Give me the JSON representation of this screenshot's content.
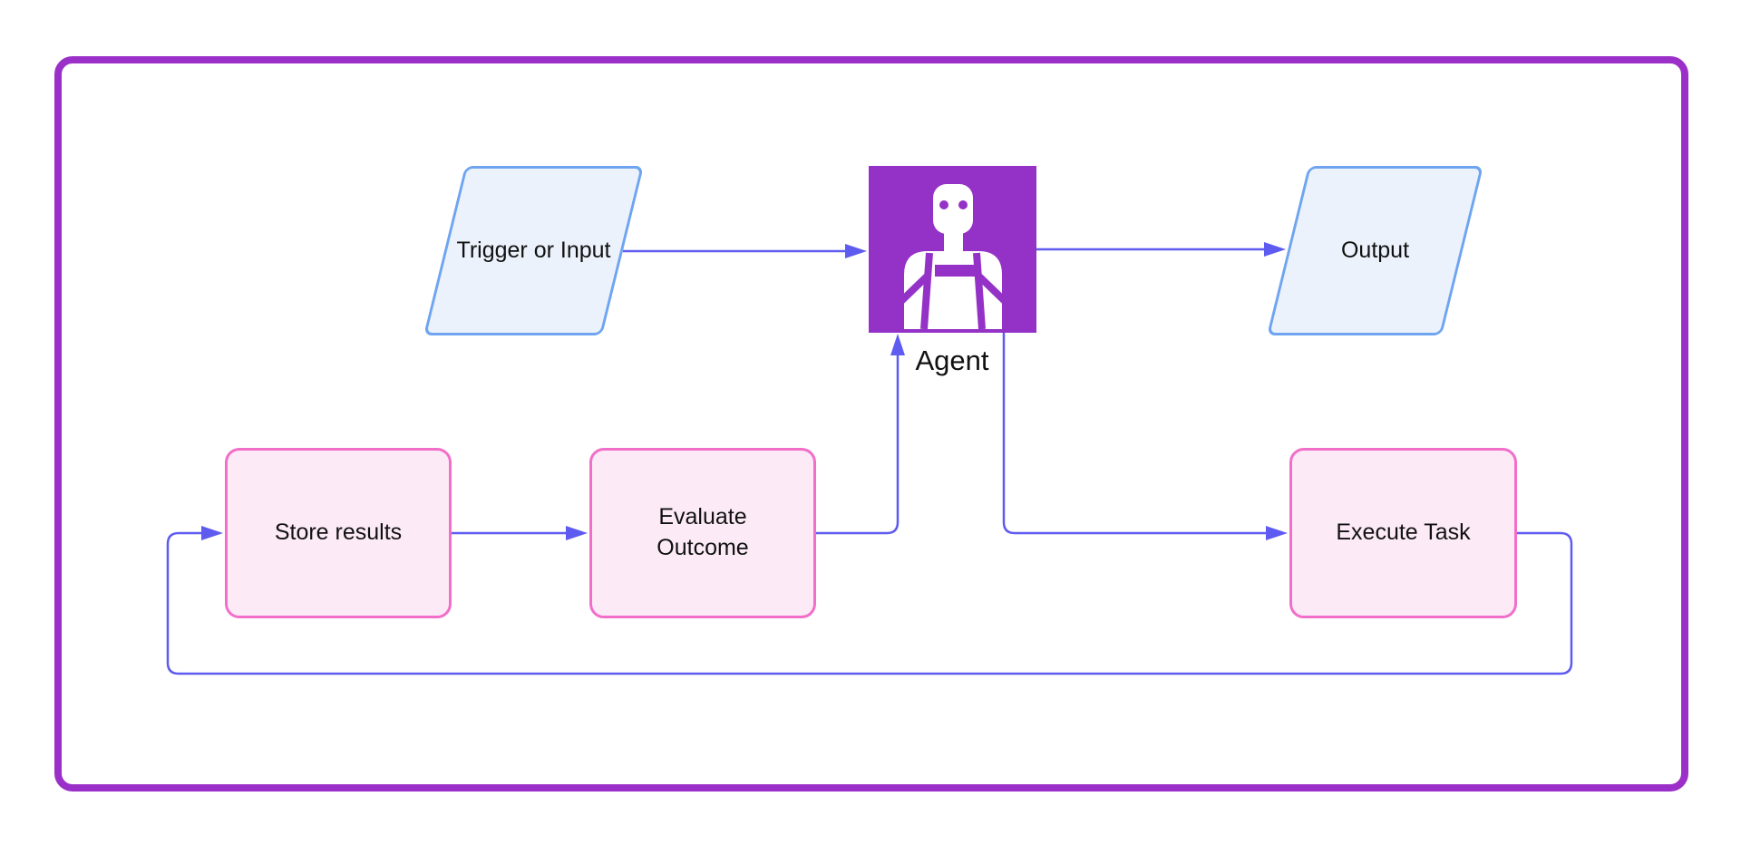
{
  "diagram": {
    "title_hint": "agent workflow flowchart",
    "nodes": {
      "trigger": {
        "label": "Trigger or Input",
        "shape": "parallelogram"
      },
      "agent": {
        "label": "Agent",
        "shape": "icon-square",
        "icon": "robot-icon"
      },
      "output": {
        "label": "Output",
        "shape": "parallelogram"
      },
      "store": {
        "label": "Store results",
        "shape": "rounded-rectangle"
      },
      "evaluate": {
        "label": "Evaluate\nOutcome",
        "shape": "rounded-rectangle"
      },
      "execute": {
        "label": "Execute Task",
        "shape": "rounded-rectangle"
      }
    },
    "edges": [
      {
        "from": "trigger",
        "to": "agent",
        "style": "arrow"
      },
      {
        "from": "agent",
        "to": "output",
        "style": "arrow"
      },
      {
        "from": "evaluate",
        "to": "agent",
        "style": "arrow"
      },
      {
        "from": "agent",
        "to": "execute",
        "style": "arrow"
      },
      {
        "from": "store",
        "to": "evaluate",
        "style": "arrow"
      },
      {
        "from": "execute",
        "to": "store",
        "style": "arrow-loop"
      }
    ],
    "colors": {
      "frame_border": "#9b30c9",
      "agent_fill": "#9432c8",
      "io_border": "#6fa5f0",
      "io_fill": "#ecf2fb",
      "process_border": "#f26fc9",
      "process_fill": "#fcebf7",
      "connector": "#5e5bf0"
    }
  }
}
